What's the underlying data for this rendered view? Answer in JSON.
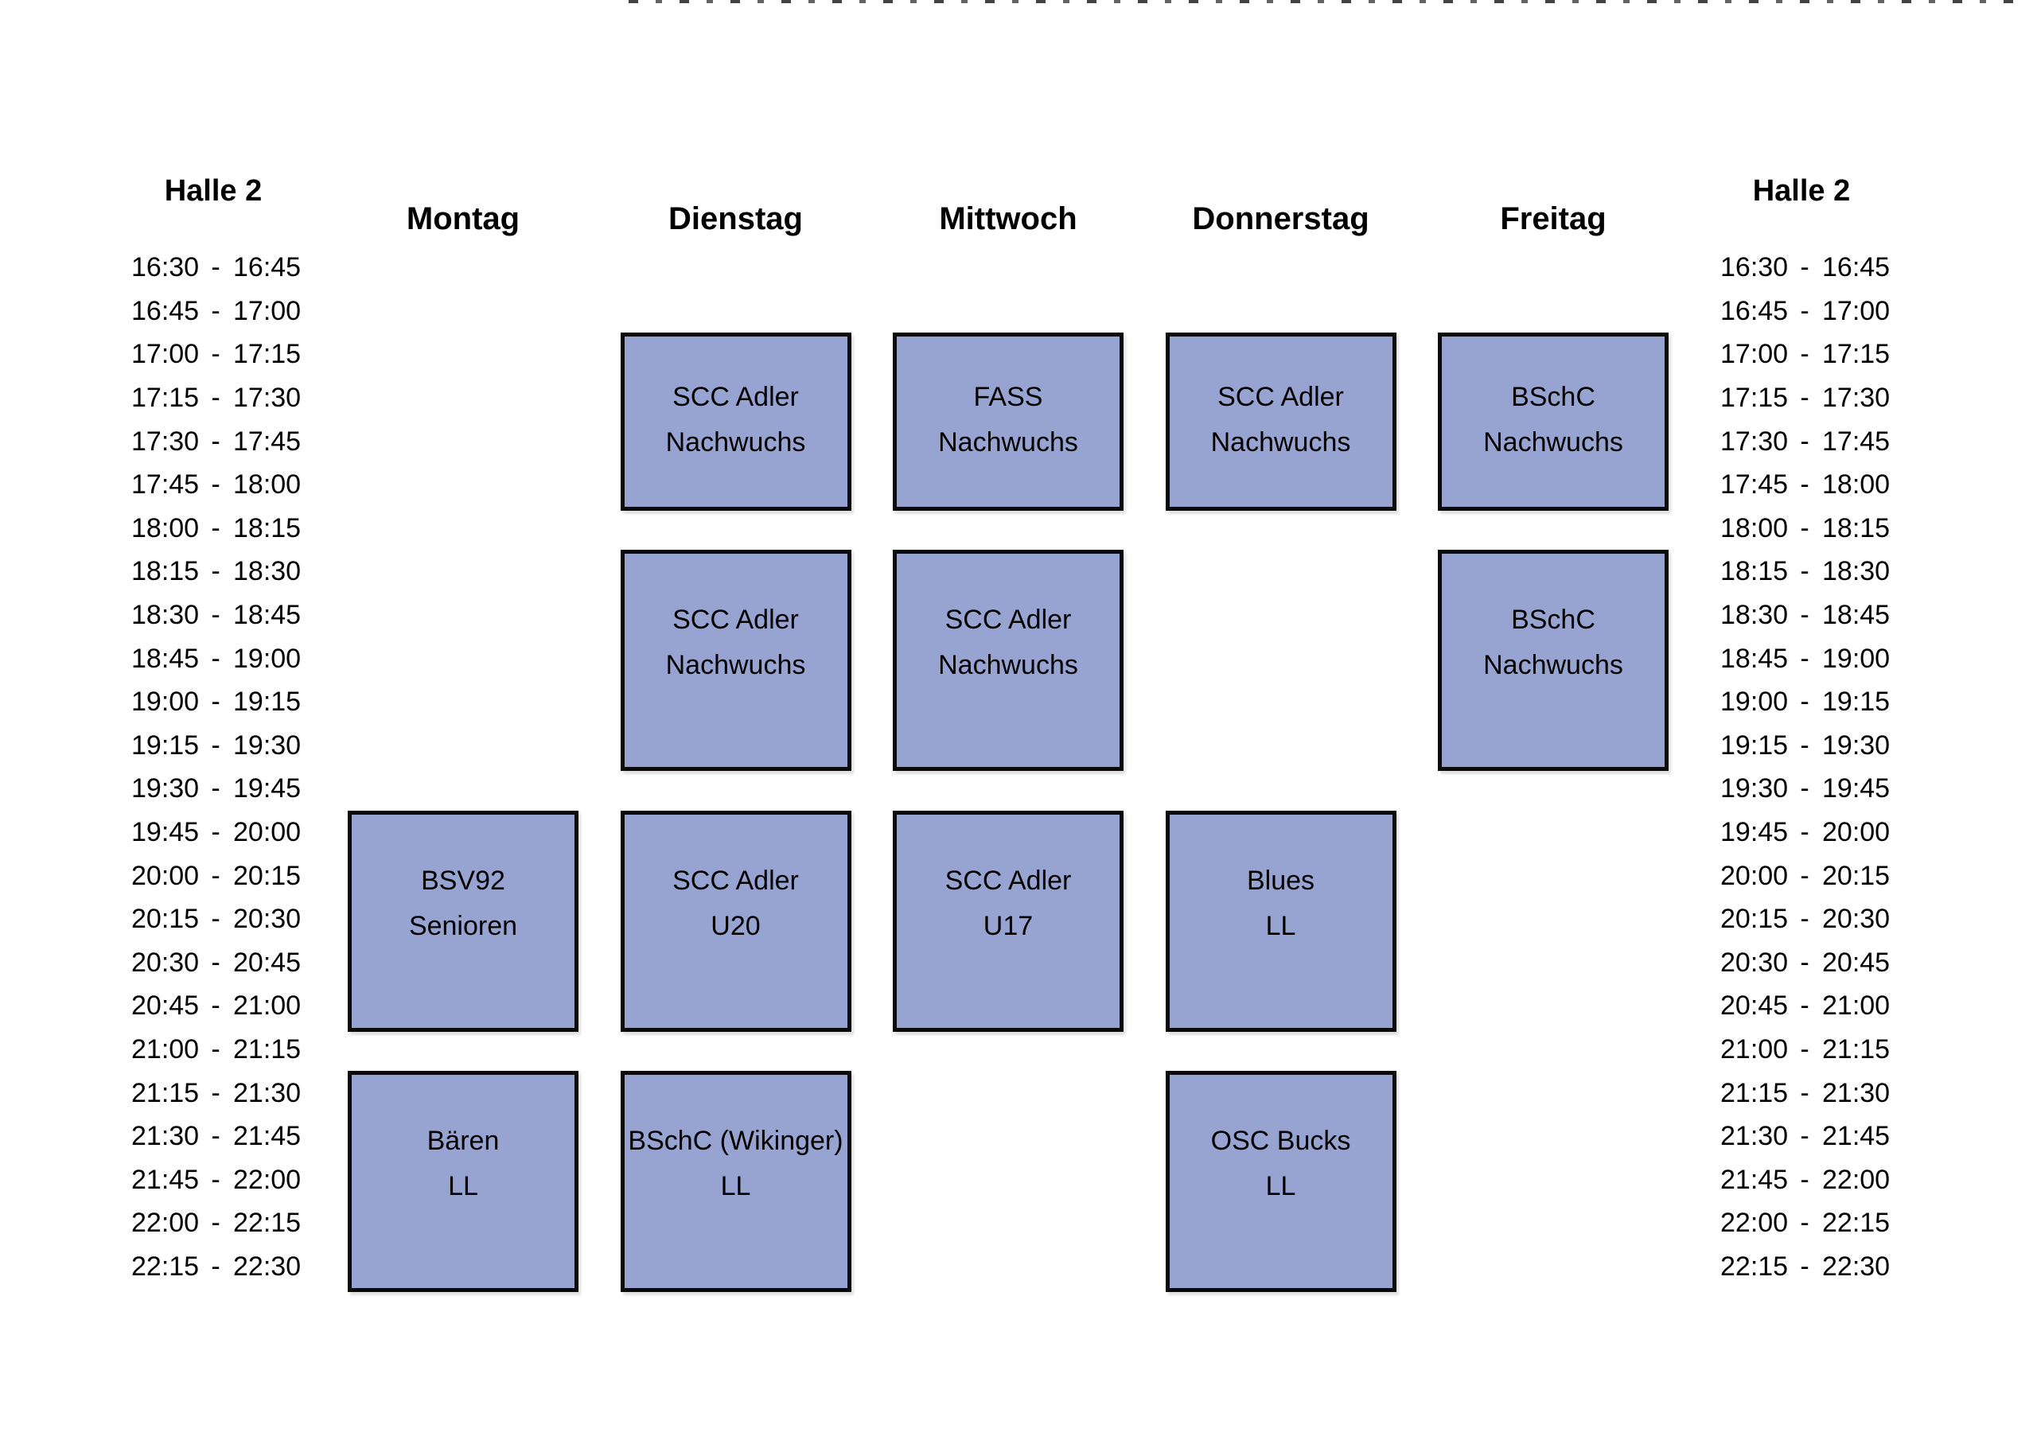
{
  "hall": {
    "title_left": "Halle 2",
    "title_right": "Halle 2"
  },
  "time_separator": "-",
  "days": [
    {
      "label": "Montag"
    },
    {
      "label": "Dienstag"
    },
    {
      "label": "Mittwoch"
    },
    {
      "label": "Donnerstag"
    },
    {
      "label": "Freitag"
    }
  ],
  "time_slots": [
    {
      "start": "16:30",
      "end": "16:45"
    },
    {
      "start": "16:45",
      "end": "17:00"
    },
    {
      "start": "17:00",
      "end": "17:15"
    },
    {
      "start": "17:15",
      "end": "17:30"
    },
    {
      "start": "17:30",
      "end": "17:45"
    },
    {
      "start": "17:45",
      "end": "18:00"
    },
    {
      "start": "18:00",
      "end": "18:15"
    },
    {
      "start": "18:15",
      "end": "18:30"
    },
    {
      "start": "18:30",
      "end": "18:45"
    },
    {
      "start": "18:45",
      "end": "19:00"
    },
    {
      "start": "19:00",
      "end": "19:15"
    },
    {
      "start": "19:15",
      "end": "19:30"
    },
    {
      "start": "19:30",
      "end": "19:45"
    },
    {
      "start": "19:45",
      "end": "20:00"
    },
    {
      "start": "20:00",
      "end": "20:15"
    },
    {
      "start": "20:15",
      "end": "20:30"
    },
    {
      "start": "20:30",
      "end": "20:45"
    },
    {
      "start": "20:45",
      "end": "21:00"
    },
    {
      "start": "21:00",
      "end": "21:15"
    },
    {
      "start": "21:15",
      "end": "21:30"
    },
    {
      "start": "21:30",
      "end": "21:45"
    },
    {
      "start": "21:45",
      "end": "22:00"
    },
    {
      "start": "22:00",
      "end": "22:15"
    },
    {
      "start": "22:15",
      "end": "22:30"
    }
  ],
  "bookings": [
    {
      "day": "Dienstag",
      "start": "17:00",
      "end": "18:00",
      "line1": "SCC Adler",
      "line2": "Nachwuchs"
    },
    {
      "day": "Mittwoch",
      "start": "17:00",
      "end": "18:00",
      "line1": "FASS",
      "line2": "Nachwuchs"
    },
    {
      "day": "Donnerstag",
      "start": "17:00",
      "end": "18:00",
      "line1": "SCC Adler",
      "line2": "Nachwuchs"
    },
    {
      "day": "Freitag",
      "start": "17:00",
      "end": "18:00",
      "line1": "BSchC",
      "line2": "Nachwuchs"
    },
    {
      "day": "Dienstag",
      "start": "18:15",
      "end": "19:30",
      "line1": "SCC Adler",
      "line2": "Nachwuchs"
    },
    {
      "day": "Mittwoch",
      "start": "18:15",
      "end": "19:30",
      "line1": "SCC Adler",
      "line2": "Nachwuchs"
    },
    {
      "day": "Freitag",
      "start": "18:15",
      "end": "19:30",
      "line1": "BSchC",
      "line2": "Nachwuchs"
    },
    {
      "day": "Montag",
      "start": "19:45",
      "end": "21:00",
      "line1": "BSV92",
      "line2": "Senioren"
    },
    {
      "day": "Dienstag",
      "start": "19:45",
      "end": "21:00",
      "line1": "SCC Adler",
      "line2": "U20"
    },
    {
      "day": "Mittwoch",
      "start": "19:45",
      "end": "21:00",
      "line1": "SCC Adler",
      "line2": "U17"
    },
    {
      "day": "Donnerstag",
      "start": "19:45",
      "end": "21:00",
      "line1": "Blues",
      "line2": "LL"
    },
    {
      "day": "Montag",
      "start": "21:15",
      "end": "22:30",
      "line1": "Bären",
      "line2": "LL"
    },
    {
      "day": "Dienstag",
      "start": "21:15",
      "end": "22:30",
      "line1": "BSchC (Wikinger)",
      "line2": "LL"
    },
    {
      "day": "Donnerstag",
      "start": "21:15",
      "end": "22:30",
      "line1": "OSC Bucks",
      "line2": "LL"
    }
  ],
  "colors": {
    "booking_fill": "#97A3D1",
    "booking_border": "#0b0b0b",
    "text_color": "#000000",
    "page_bg": "#ffffff"
  }
}
